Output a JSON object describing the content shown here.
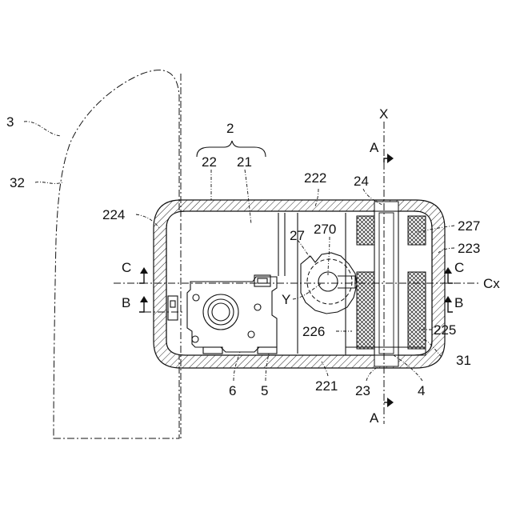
{
  "figure": {
    "labels": {
      "l3": "3",
      "l32": "32",
      "l2": "2",
      "l22": "22",
      "l21": "21",
      "l222": "222",
      "lX": "X",
      "lA_top": "A",
      "l24": "24",
      "l224": "224",
      "l27": "27",
      "l270": "270",
      "l227": "227",
      "l223": "223",
      "lC_left": "C",
      "lC_right": "C",
      "lCx": "Cx",
      "lB_left": "B",
      "lB_right": "B",
      "lY": "Y",
      "l226": "226",
      "l225": "225",
      "l31": "31",
      "l6": "6",
      "l5": "5",
      "l221": "221",
      "l23": "23",
      "l4": "4",
      "lA_bottom": "A"
    }
  }
}
